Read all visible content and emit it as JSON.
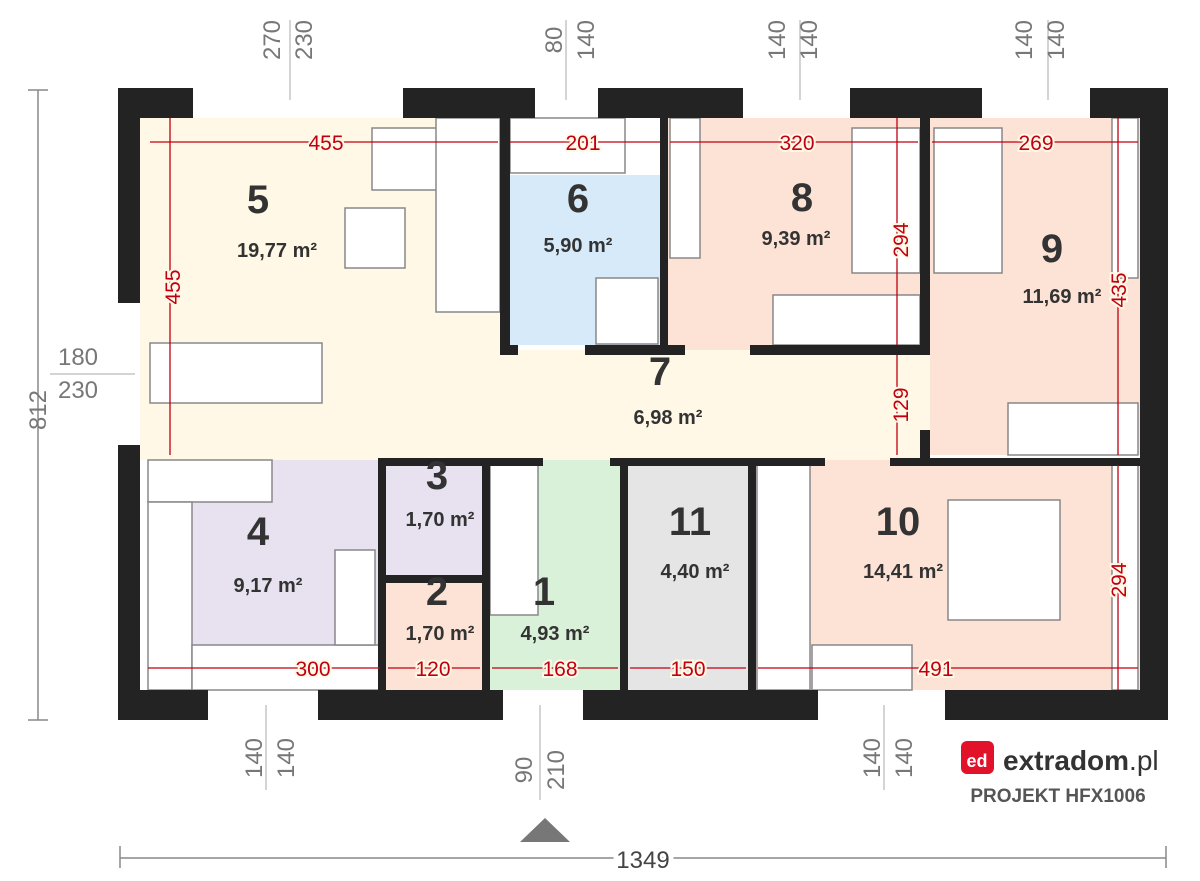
{
  "rooms": [
    {
      "number": "5",
      "area": "19,77 m²",
      "color": "#fff8e6"
    },
    {
      "number": "6",
      "area": "5,90 m²",
      "color": "#d6eafa"
    },
    {
      "number": "8",
      "area": "9,39 m²",
      "color": "#fde3d6"
    },
    {
      "number": "9",
      "area": "11,69 m²",
      "color": "#fde3d6"
    },
    {
      "number": "7",
      "area": "6,98 m²",
      "color": "#fff8e6"
    },
    {
      "number": "4",
      "area": "9,17 m²",
      "color": "#e7e1f0"
    },
    {
      "number": "3",
      "area": "1,70 m²",
      "color": "#e7e1f0"
    },
    {
      "number": "2",
      "area": "1,70 m²",
      "color": "#fde3d6"
    },
    {
      "number": "1",
      "area": "4,93 m²",
      "color": "#d9f1d9"
    },
    {
      "number": "11",
      "area": "4,40 m²",
      "color": "#e5e5e5"
    },
    {
      "number": "10",
      "area": "14,41 m²",
      "color": "#fde3d6"
    }
  ],
  "inner_dimensions": [
    "455",
    "201",
    "320",
    "269",
    "455",
    "294",
    "129",
    "435",
    "294",
    "300",
    "120",
    "168",
    "150",
    "491"
  ],
  "outer_dimensions": [
    "270",
    "230",
    "80",
    "140",
    "140",
    "140",
    "140",
    "140",
    "140",
    "140",
    "90",
    "210",
    "140",
    "140",
    "180",
    "230"
  ],
  "total_height": "812",
  "total_width": "1349",
  "brand": {
    "name": "extradom",
    "tld": ".pl",
    "logo_text": "ed",
    "color": "#e3122b"
  },
  "project_label": "PROJEKT HFX1006"
}
